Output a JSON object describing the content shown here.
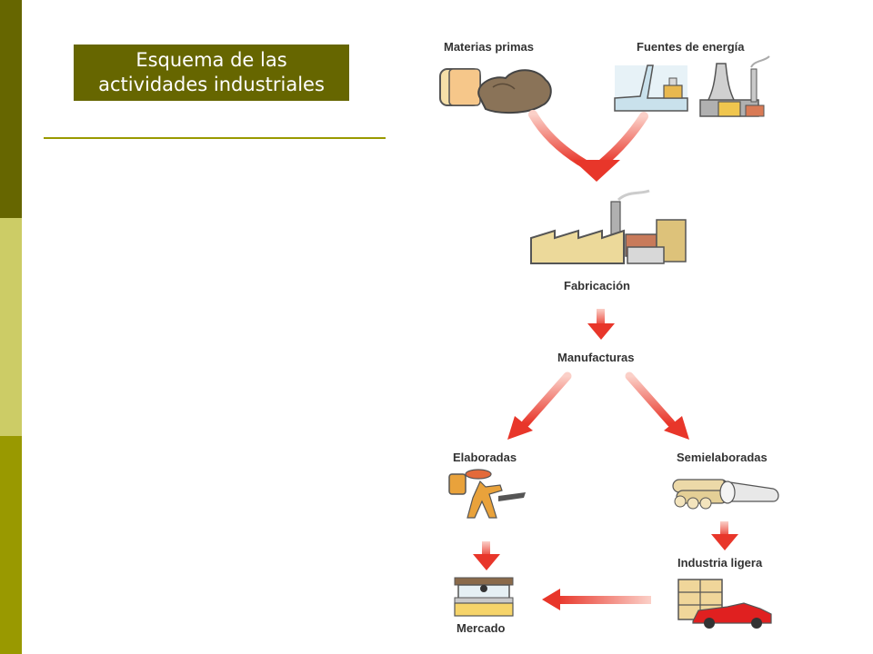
{
  "slide": {
    "title_line1": "Esquema de las",
    "title_line2": "actividades industriales",
    "colors": {
      "sidebar_dark": "#666600",
      "sidebar_light": "#cccc66",
      "sidebar_mid": "#999900",
      "title_bg": "#666600",
      "title_text": "#ffffff",
      "arrow": "#e8362a"
    }
  },
  "diagram": {
    "nodes": {
      "raw_materials": "Materias primas",
      "energy_sources": "Fuentes de energía",
      "manufacturing": "Fabricación",
      "manufactures": "Manufacturas",
      "finished": "Elaboradas",
      "semi_finished": "Semielaboradas",
      "light_industry": "Industria ligera",
      "market": "Mercado"
    },
    "icons": {
      "raw_materials": "raw-materials-icon",
      "energy_sources": "power-plants-icon",
      "manufacturing": "factory-icon",
      "finished": "finished-goods-icon",
      "semi_finished": "semi-finished-goods-icon",
      "light_industry": "light-industry-icon",
      "market": "market-stall-icon"
    }
  }
}
